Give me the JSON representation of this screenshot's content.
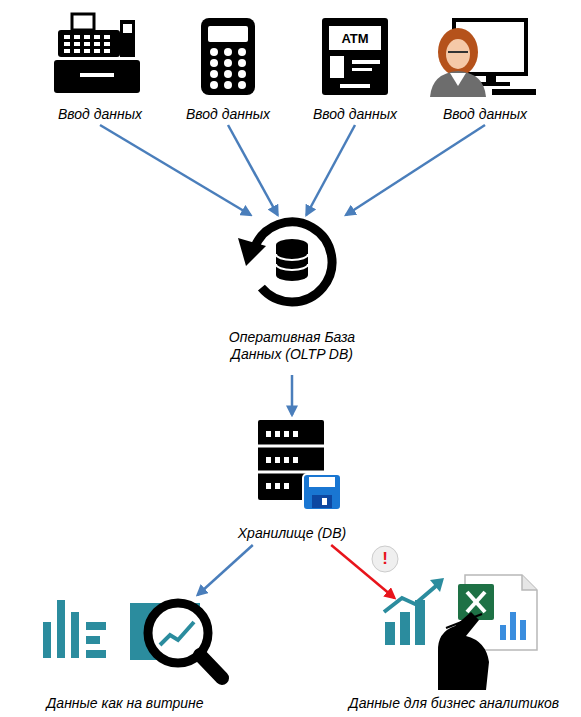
{
  "diagram": {
    "nodes": [
      {
        "text": [
          "Ввод данных"
        ]
      },
      {
        "text": [
          "Ввод данных"
        ]
      },
      {
        "text": [
          "Ввод данных"
        ]
      },
      {
        "text": [
          "Ввод данных"
        ]
      },
      {
        "text": [
          "Оперативная База Данных (OLTP DB)"
        ]
      },
      {
        "text": [
          "Хранилище (DB)"
        ]
      },
      {
        "text": [
          "Данные как на витрине"
        ]
      },
      {
        "text": [
          "Данные для бизнес аналитиков"
        ]
      }
    ],
    "edges": [
      {
        "from": 0,
        "to": 4,
        "arrow": "to"
      },
      {
        "from": 1,
        "to": 4,
        "arrow": "to"
      },
      {
        "from": 2,
        "to": 4,
        "arrow": "to"
      },
      {
        "from": 3,
        "to": 4,
        "arrow": "to"
      },
      {
        "from": 4,
        "to": 5,
        "arrow": "to"
      },
      {
        "from": 5,
        "to": 6,
        "arrow": "to"
      },
      {
        "from": 5,
        "to": 7,
        "arrow": "to"
      }
    ],
    "labels": [
      "ATM",
      "!"
    ]
  }
}
